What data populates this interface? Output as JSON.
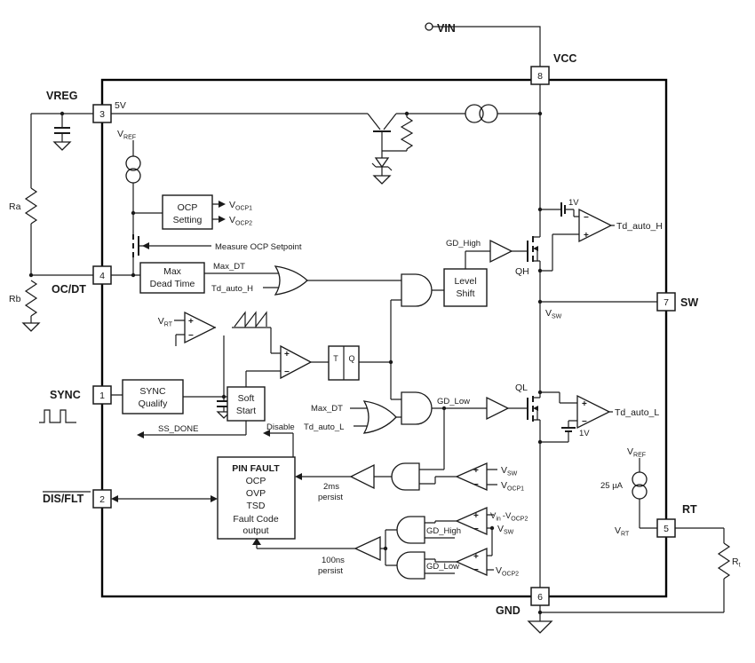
{
  "pins": {
    "vin": "VIN",
    "vcc": "VCC",
    "vreg": "VREG",
    "ocdt": "OC/DT",
    "sync": "SYNC",
    "disflt": "DIS/FLT",
    "sw": "SW",
    "rt": "RT",
    "gnd": "GND",
    "n1": "1",
    "n2": "2",
    "n3": "3",
    "n4": "4",
    "n5": "5",
    "n6": "6",
    "n7": "7",
    "n8": "8"
  },
  "blocks": {
    "ocp_setting": {
      "l1": "OCP",
      "l2": "Setting"
    },
    "max_dead_time": {
      "l1": "Max",
      "l2": "Dead Time"
    },
    "level_shift": {
      "l1": "Level",
      "l2": "Shift"
    },
    "sync_qualify": {
      "l1": "SYNC",
      "l2": "Qualify"
    },
    "soft_start": {
      "l1": "Soft",
      "l2": "Start"
    },
    "pin_fault": {
      "l1": "PIN FAULT",
      "l2": "OCP",
      "l3": "OVP",
      "l4": "TSD",
      "l5": "Fault Code",
      "l6": "output"
    },
    "latch": {
      "t": "T",
      "q": "Q"
    }
  },
  "labels": {
    "v5": "5V",
    "v1": "1V",
    "vref_b": "V",
    "vref_s": "REF",
    "vocp1_b": "V",
    "vocp1_s": "OCP1",
    "vocp2_b": "V",
    "vocp2_s": "OCP2",
    "vsw_b": "V",
    "vsw_s": "SW",
    "vrt_b": "V",
    "vrt_s": "RT",
    "vin_b": "V",
    "vin_s": "in",
    "minus_v": "-V",
    "rt_b": "R",
    "rt_s": "t",
    "measure": "Measure OCP Setpoint",
    "max_dt": "Max_DT",
    "td_auto_h": "Td_auto_H",
    "td_auto_l": "Td_auto_L",
    "gd_high": "GD_High",
    "gd_low": "GD_Low",
    "qh": "QH",
    "ql": "QL",
    "ss_done": "SS_DONE",
    "disable": "Disable",
    "p2ms_1": "2ms",
    "p2ms_2": "persist",
    "p100_1": "100ns",
    "p100_2": "persist",
    "ua25": "25 µA",
    "ra": "Ra",
    "rb": "Rb",
    "plus": "+",
    "minus": "−"
  }
}
